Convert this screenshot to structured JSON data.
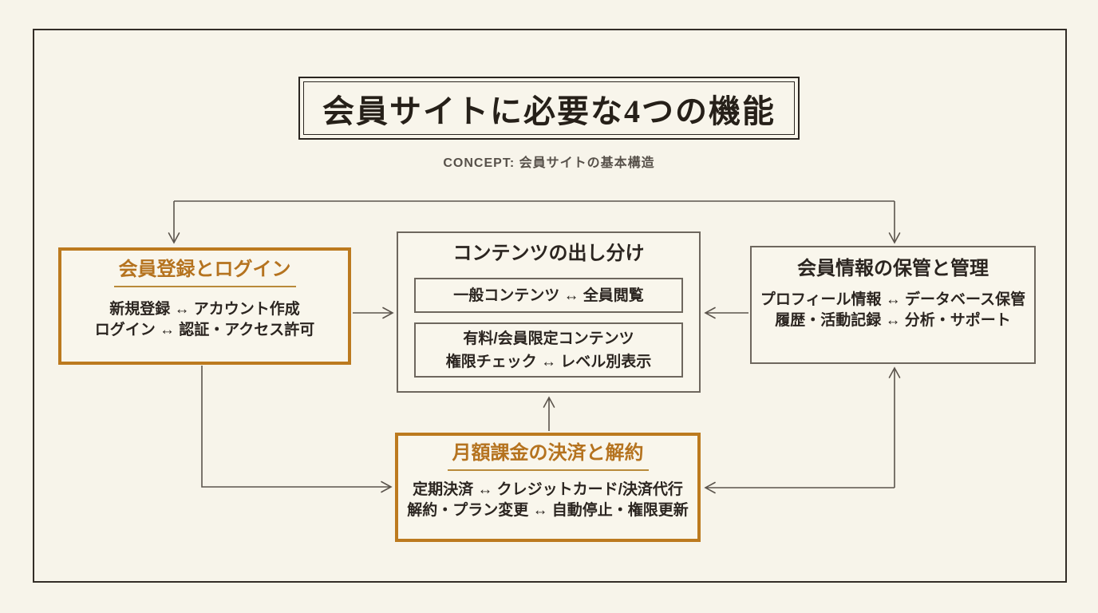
{
  "title": "会員サイトに必要な4つの機能",
  "subtitle": "CONCEPT: 会員サイトの基本構造",
  "colors": {
    "background": "#f7f4ea",
    "frame_border": "#332d27",
    "accent_orange": "#bc7a1f",
    "orange_title_text": "#b5731f",
    "gray_box_border": "#6e675e",
    "text_dark": "#2b2520",
    "connector_line": "#5b544c",
    "subtitle_gray": "#57514a"
  },
  "boxes": {
    "registration": {
      "title": "会員登録とログイン",
      "lines": [
        "新規登録 ↔ アカウント作成",
        "ログイン ↔ 認証・アクセス許可"
      ]
    },
    "content": {
      "title": "コンテンツの出し分け",
      "sub_boxes": [
        {
          "lines": [
            "一般コンテンツ ↔ 全員閲覧"
          ]
        },
        {
          "lines": [
            "有料/会員限定コンテンツ",
            "権限チェック ↔ レベル別表示"
          ]
        }
      ]
    },
    "member_info": {
      "title": "会員情報の保管と管理",
      "lines": [
        "プロフィール情報 ↔ データベース保管",
        "履歴・活動記録 ↔ 分析・サポート"
      ]
    },
    "billing": {
      "title": "月額課金の決済と解約",
      "lines": [
        "定期決済 ↔ クレジットカード/決済代行",
        "解約・プラン変更 ↔ 自動停止・権限更新"
      ]
    }
  }
}
